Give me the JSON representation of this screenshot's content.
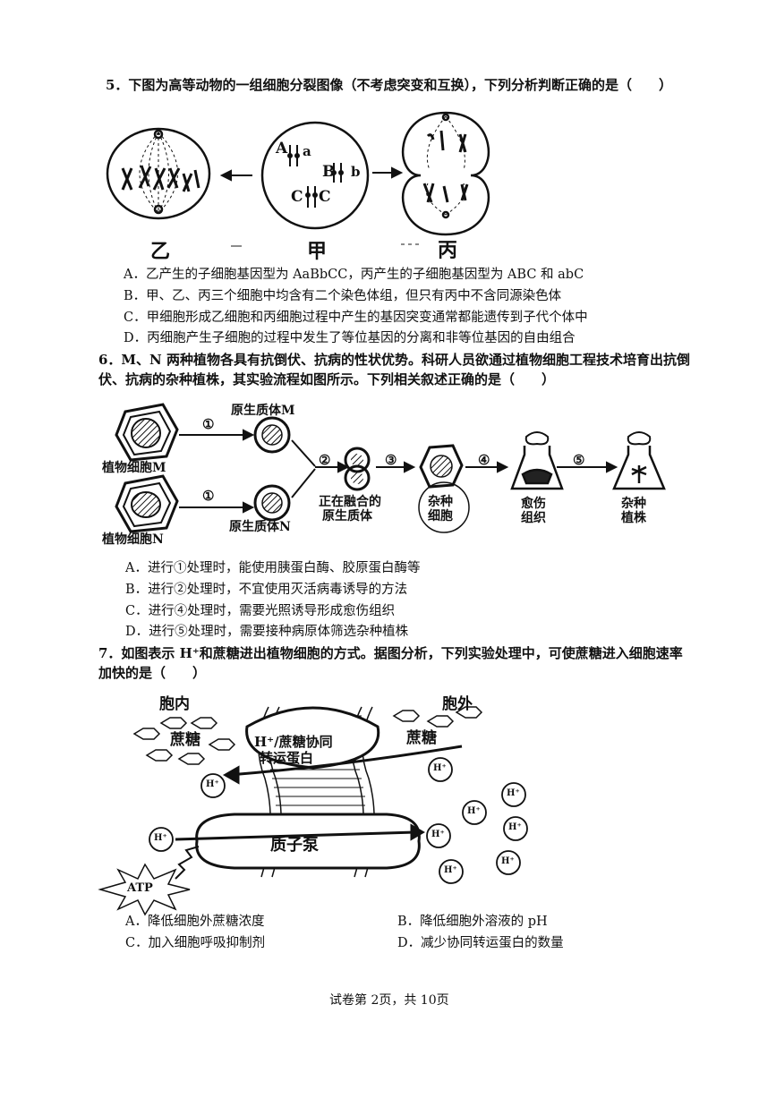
{
  "q5": {
    "stem": "5．下图为高等动物的一组细胞分裂图像（不考虑突变和互换），下列分析判断正确的是（　　）",
    "labels": {
      "yi": "乙",
      "jia": "甲",
      "bing": "丙"
    },
    "alleles": {
      "A": "A",
      "a": "a",
      "B": "B",
      "b": "b",
      "C1": "C",
      "C2": "C"
    },
    "options": [
      "A．乙产生的子细胞基因型为 AaBbCC，丙产生的子细胞基因型为 ABC 和 abC",
      "B．甲、乙、丙三个细胞中均含有二个染色体组，但只有丙中不含同源染色体",
      "C．甲细胞形成乙细胞和丙细胞过程中产生的基因突变通常都能遗传到子代个体中",
      "D．丙细胞产生子细胞的过程中发生了等位基因的分离和非等位基因的自由组合"
    ]
  },
  "q6": {
    "stem_line1": "6．M、N 两种植物各具有抗倒伏、抗病的性状优势。科研人员欲通过植物细胞工程技术培育出抗倒",
    "stem_line2": "伏、抗病的杂种植株，其实验流程如图所示。下列相关叙述正确的是（　　）",
    "labels": {
      "proto_m": "原生质体M",
      "proto_n": "原生质体N",
      "cell_m": "植物细胞M",
      "cell_n": "植物细胞N",
      "fusing_1": "正在融合的",
      "fusing_2": "原生质体",
      "hybrid_1": "杂种",
      "hybrid_2": "细胞",
      "callus_1": "愈伤",
      "callus_2": "组织",
      "plant_1": "杂种",
      "plant_2": "植株"
    },
    "steps": [
      "①",
      "①",
      "②",
      "③",
      "④",
      "⑤"
    ],
    "options": [
      "A．进行①处理时，能使用胰蛋白酶、胶原蛋白酶等",
      "B．进行②处理时，不宜使用灭活病毒诱导的方法",
      "C．进行④处理时，需要光照诱导形成愈伤组织",
      "D．进行⑤处理时，需要接种病原体筛选杂种植株"
    ]
  },
  "q7": {
    "stem_line1": "7．如图表示 H⁺和蔗糖进出植物细胞的方式。据图分析，下列实验处理中，可使蔗糖进入细胞速率",
    "stem_line2": "加快的是（　　）",
    "labels": {
      "inside": "胞内",
      "outside": "胞外",
      "sucrose_in": "蔗糖",
      "sucrose_out": "蔗糖",
      "cotransporter_1": "H⁺/蔗糖协同",
      "cotransporter_2": "转运蛋白",
      "pump": "质子泵",
      "atp": "ATP",
      "hplus": "H⁺"
    },
    "options": [
      "A．降低细胞外蔗糖浓度",
      "B．降低细胞外溶液的 pH",
      "C．加入细胞呼吸抑制剂",
      "D．减少协同转运蛋白的数量"
    ]
  },
  "footer": "试卷第 2页，共 10页"
}
